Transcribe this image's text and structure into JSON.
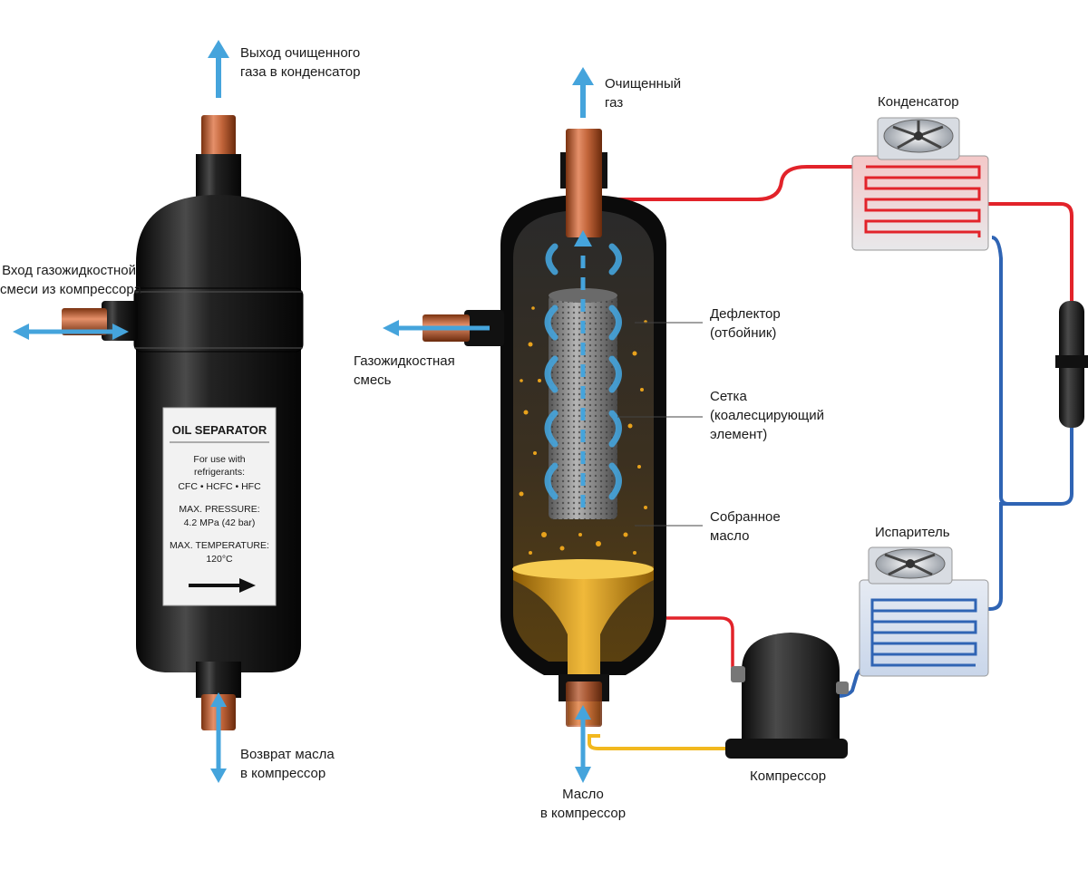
{
  "left_separator": {
    "gas_outlet": [
      "Выход очищенного",
      "газа в конденсатор"
    ],
    "mixture_inlet": [
      "Вход газожидкостной",
      "смеси из компрессора"
    ],
    "oil_return": [
      "Возврат масла",
      "в компрессор"
    ],
    "label_plate": {
      "title": "OIL SEPARATOR",
      "lines": [
        "For use with",
        "refrigerants:",
        "CFC • HCFC • HFC",
        "MAX. PRESSURE:",
        "4.2 MPa (42 bar)",
        "MAX. TEMPERATURE:",
        "120°C"
      ]
    }
  },
  "cutaway": {
    "clean_gas": [
      "Очищенный",
      "газ"
    ],
    "mixture": [
      "Газожидкостная",
      "смесь"
    ],
    "deflector": [
      "Дефлектор",
      "(отбойник)"
    ],
    "mesh": [
      "Сетка",
      "(коалесцирующий",
      "элемент)"
    ],
    "collected_oil": [
      "Собранное",
      "масло"
    ],
    "oil_to_compressor": [
      "Масло",
      "в компрессор"
    ]
  },
  "circuit": {
    "condenser": "Конденсатор",
    "evaporator": "Испаритель",
    "compressor": "Компрессор"
  },
  "colors": {
    "arrow_blue": "#45a4dc",
    "copper": "#c2653a",
    "hot_line": "#e2232a",
    "cold_line": "#2f64b4",
    "oil_line": "#f2b81e",
    "oil": "#c98a12",
    "shell": "#141414"
  },
  "icons": [
    "flow-arrow-icon",
    "fan-icon",
    "swirl-arrow-icon",
    "oil-droplet-icon",
    "direction-arrow-icon"
  ]
}
